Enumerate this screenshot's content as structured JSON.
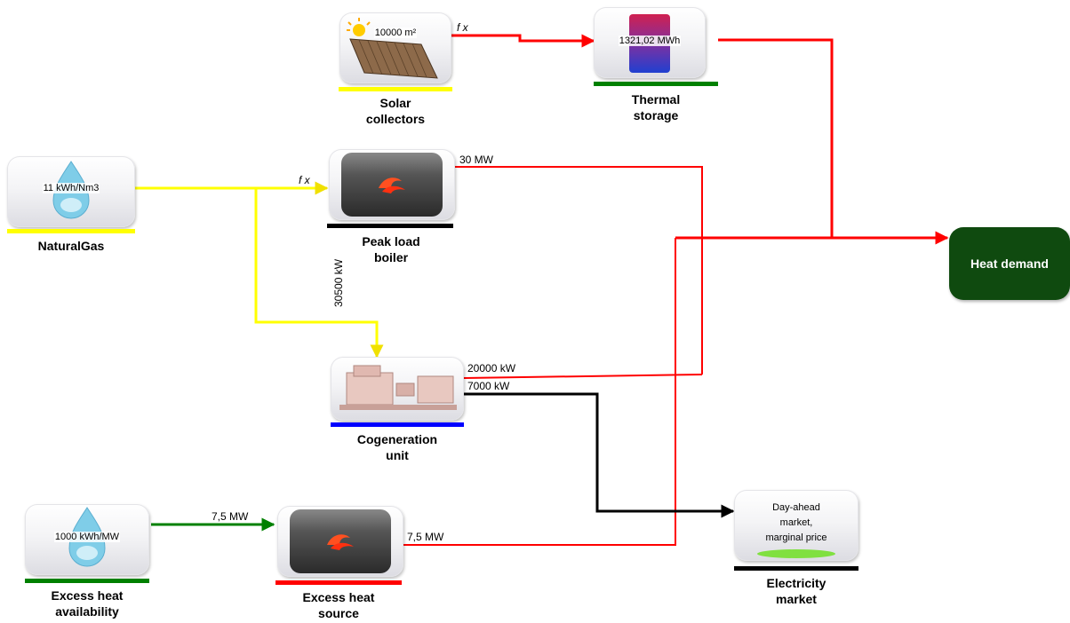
{
  "nodes": {
    "solar": {
      "value": "10000 m²",
      "name": [
        "Solar",
        "collectors"
      ],
      "bar_color": "#ffff00"
    },
    "storage": {
      "value": "1321,02 MWh",
      "name": [
        "Thermal",
        "storage"
      ],
      "bar_color": "#008000"
    },
    "gas": {
      "value": "11 kWh/Nm3",
      "name": [
        "NaturalGas"
      ],
      "bar_color": "#ffff00"
    },
    "boiler": {
      "name": [
        "Peak load",
        "boiler"
      ],
      "bar_color": "#000000"
    },
    "chp": {
      "name": [
        "Cogeneration",
        "unit"
      ],
      "bar_color": "#0000ff"
    },
    "excess_avail": {
      "value": "1000 kWh/MW",
      "name": [
        "Excess heat",
        "availability"
      ],
      "bar_color": "#008000"
    },
    "excess_src": {
      "name": [
        "Excess heat",
        "source"
      ],
      "bar_color": "#ff0000"
    },
    "market": {
      "text": [
        "Day-ahead",
        "market,",
        "marginal price"
      ],
      "name": [
        "Electricity",
        "market"
      ],
      "bar_color": "#000000"
    }
  },
  "sink": {
    "label": "Heat demand"
  },
  "flows": {
    "solar_to_storage": {
      "label": "f x",
      "color": "#ff0000"
    },
    "gas_to_boiler": {
      "label": "f x",
      "color": "#ffff00"
    },
    "gas_to_chp": {
      "label": "30500 kW",
      "color": "#ffff00"
    },
    "boiler_to_demand": {
      "label": "30 MW",
      "color": "#ff0000"
    },
    "chp_heat": {
      "label": "20000 kW",
      "color": "#ff0000"
    },
    "chp_power": {
      "label": "7000 kW",
      "color": "#000000"
    },
    "avail_to_source": {
      "label": "7,5 MW",
      "color": "#008000"
    },
    "source_to_demand": {
      "label": "7,5 MW",
      "color": "#ff0000"
    },
    "storage_to_demand": {
      "color": "#ff0000"
    }
  }
}
